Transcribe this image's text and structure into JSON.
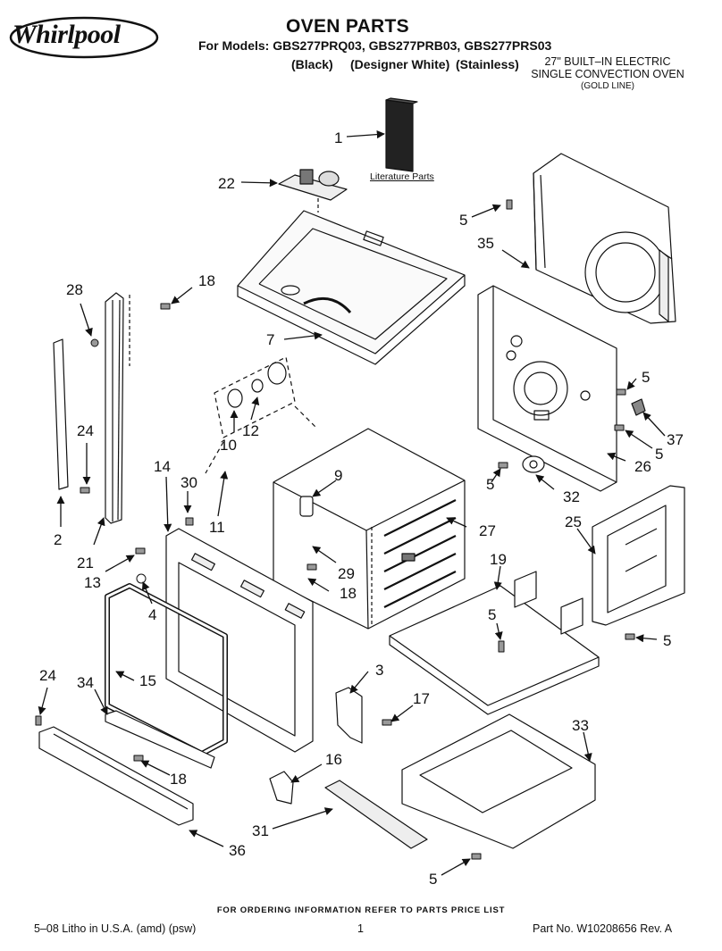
{
  "brand": "Whirlpool",
  "header": {
    "title": "OVEN PARTS",
    "models_line": "For Models: GBS277PRQ03, GBS277PRB03, GBS277PRS03",
    "finishes": [
      "(Black)",
      "(Designer White)",
      "(Stainless)"
    ],
    "product_line1": "27\" BUILT–IN ELECTRIC",
    "product_line2": "SINGLE CONVECTION OVEN",
    "product_line3": "(GOLD LINE)"
  },
  "literature_label": "Literature Parts",
  "callouts": {
    "c1": "1",
    "c22": "22",
    "c5a": "5",
    "c35": "35",
    "c28": "28",
    "c18a": "18",
    "c7": "7",
    "c5b": "5",
    "c24a": "24",
    "c10": "10",
    "c12": "12",
    "c37": "37",
    "c5c": "5",
    "c26": "26",
    "c14": "14",
    "c30": "30",
    "c9": "9",
    "c5d": "5",
    "c32": "32",
    "c2": "2",
    "c11": "11",
    "c27": "27",
    "c25": "25",
    "c21": "21",
    "c13": "13",
    "c29": "29",
    "c19": "19",
    "c4": "4",
    "c18b": "18",
    "c5e": "5",
    "c5f": "5",
    "c3": "3",
    "c24b": "24",
    "c34": "34",
    "c15": "15",
    "c17": "17",
    "c33": "33",
    "c18c": "18",
    "c16": "16",
    "c31": "31",
    "c36": "36",
    "c5g": "5"
  },
  "footer": {
    "note": "FOR ORDERING INFORMATION REFER TO PARTS PRICE LIST",
    "left": "5–08 Litho in U.S.A. (amd) (psw)",
    "page": "1",
    "right": "Part No. W10208656 Rev. A"
  }
}
